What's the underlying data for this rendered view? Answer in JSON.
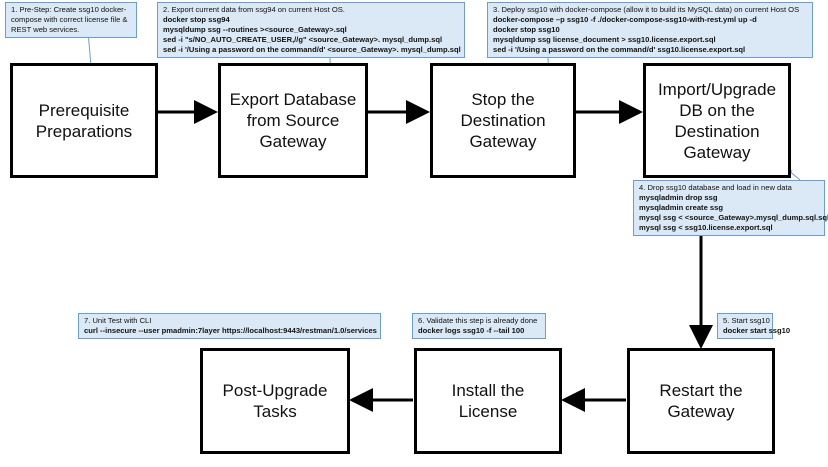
{
  "steps": {
    "prereq": "Prerequisite Preparations",
    "export": "Export Database from Source Gateway",
    "stop": "Stop the Destination Gateway",
    "import": "Import/Upgrade DB on the Destination Gateway",
    "restart": "Restart the Gateway",
    "license": "Install the License",
    "post": "Post-Upgrade Tasks"
  },
  "notes": {
    "n1": {
      "title": "1. Pre-Step:  Create ssg10 docker-compose with correct license file & REST web services."
    },
    "n2": {
      "title": "2. Export current data from ssg94 on current Host OS.",
      "cmds": [
        "docker stop ssg94",
        "mysqldump ssg --routines ><source_Gateway>.sql",
        "sed -i \"s/NO_AUTO_CREATE_USER,//g\"   <source_Gateway>. mysql_dump.sql",
        "sed -i '/Using a password  on the command/d' <source_Gateway>. mysql_dump.sql"
      ]
    },
    "n3": {
      "title": "3. Deploy ssg10 with docker-compose (allow it to build its MySQL data) on current Host OS",
      "cmds": [
        "docker-compose  –p ssg10  -f ./docker-compose-ssg10-with-rest.yml  up  -d",
        "docker stop ssg10",
        "mysqldump ssg license_document   >  ssg10.license.export.sql",
        "sed -i '/Using a password  on the command/d'  ssg10.license.export.sql"
      ]
    },
    "n4": {
      "title": "4. Drop ssg10 database and load in new data",
      "cmds": [
        "mysqladmin drop  ssg",
        "mysqladmin create ssg",
        "mysql ssg < <source_Gateway>.mysql_dump.sql.sql",
        "mysql ssg <  ssg10.license.export.sql"
      ]
    },
    "n5": {
      "title": "5. Start ssg10",
      "cmds": [
        "docker start ssg10"
      ]
    },
    "n6": {
      "title": "6. Validate this step is already done",
      "cmds": [
        "docker  logs ssg10  -f  --tail 100"
      ]
    },
    "n7": {
      "title": "7. Unit Test with CLI",
      "cmds": [
        "curl --insecure  --user pmadmin:7layer   https://localhost:9443/restman/1.0/services"
      ]
    }
  },
  "colors": {
    "note_fill": "#dbe8f5",
    "note_border": "#6a9ed0",
    "arrow": "#000000"
  }
}
